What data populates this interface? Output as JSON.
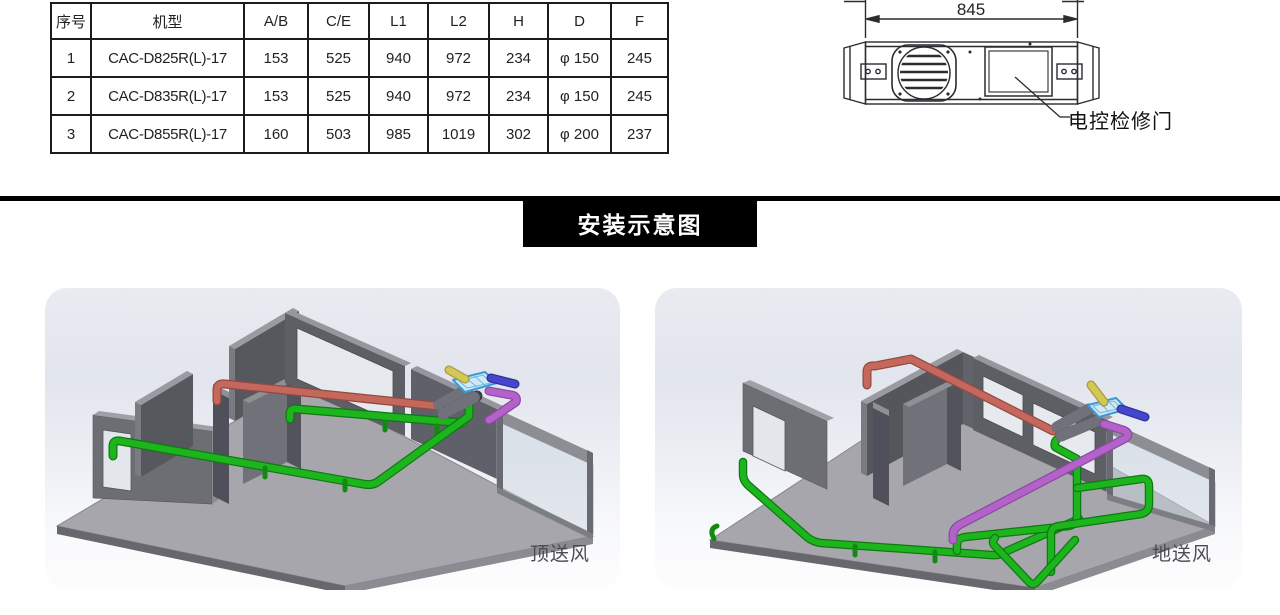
{
  "spec_table": {
    "headers": [
      "序号",
      "机型",
      "A/B",
      "C/E",
      "L1",
      "L2",
      "H",
      "D",
      "F"
    ],
    "rows": [
      [
        "1",
        "CAC-D825R(L)-17",
        "153",
        "525",
        "940",
        "972",
        "234",
        "φ 150",
        "245"
      ],
      [
        "2",
        "CAC-D835R(L)-17",
        "153",
        "525",
        "940",
        "972",
        "234",
        "φ 150",
        "245"
      ],
      [
        "3",
        "CAC-D855R(L)-17",
        "160",
        "503",
        "985",
        "1019",
        "302",
        "φ 200",
        "237"
      ]
    ]
  },
  "unit_drawing": {
    "width_dimension": "845",
    "callout": "电控检修门"
  },
  "banner": {
    "title": "安装示意图",
    "background": "#000000",
    "text_color": "#ffffff"
  },
  "scenes": [
    {
      "caption": "顶送风"
    },
    {
      "caption": "地送风"
    }
  ],
  "colors": {
    "pipe_green": "#1db51d",
    "pipe_red": "#c4685e",
    "pipe_purple": "#b362c9",
    "pipe_blue": "#4646cd",
    "pipe_yellow": "#d3c757",
    "unit_cyan": "#cfe9f6",
    "wall_gray": "#57575e",
    "floor_gray": "#a6a6ac"
  }
}
